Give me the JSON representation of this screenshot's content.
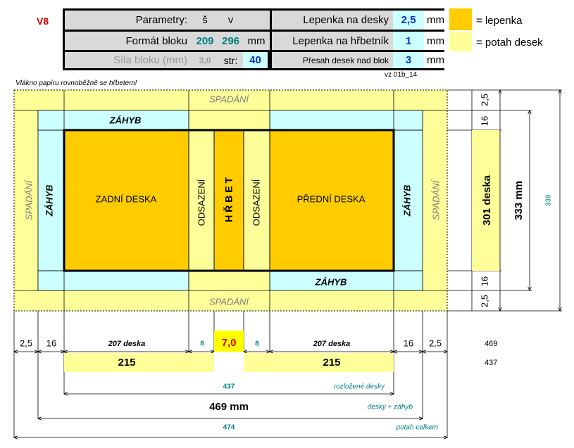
{
  "header": {
    "version": "V8",
    "parametry_label": "Parametry:",
    "col_s": "š",
    "col_v": "v",
    "format_label": "Formát bloku",
    "format_w": "209",
    "format_h": "296",
    "format_unit": "mm",
    "sila_label": "Síla bloku (mm)",
    "sila_value": "3,0",
    "str_label": "str:",
    "str_value": "40",
    "lep_desky_label": "Lepenka na desky",
    "lep_desky_value": "2,5",
    "lep_hrbet_label": "Lepenka na hřbetník",
    "lep_hrbet_value": "1",
    "presah_label": "Přesah desek nad blok",
    "presah_value": "3",
    "unit_mm": "mm",
    "legend_lepenka": "= lepenka",
    "legend_potah": "= potah desek",
    "code": "vz 01b_14",
    "colors": {
      "lepenka": "#FFCC00",
      "potah": "#FFFF99",
      "zahyb": "#CCFFFF",
      "header_gray": "#D9D9D9",
      "value_green": "#008080",
      "version_red": "#CC0000"
    }
  },
  "diagram": {
    "note": "Vlákno papíru rovnoběžně se hřbetem!",
    "spadani": "SPADÁNÍ",
    "zahyb": "ZÁHYB",
    "zadni_deska": "ZADNÍ DESKA",
    "predni_deska": "PŘEDNÍ DESKA",
    "odsazeni": "ODSAZENÍ",
    "hrbet": "H Ř B E T"
  },
  "right_dims": {
    "d25_top": "2,5",
    "d16_top": "16",
    "d301": "301 deska",
    "d333": "333 mm",
    "d338": "338",
    "d16_bot": "16",
    "d25_bot": "2,5"
  },
  "bottom_dims": {
    "d25_left": "2,5",
    "d16_left": "16",
    "d207_left": "207 deska",
    "d8_left": "8",
    "d70": "7,0",
    "d8_right": "8",
    "d207_right": "207 deska",
    "d16_right": "16",
    "d25_right": "2,5",
    "d215_left": "215",
    "d215_right": "215",
    "d437": "437",
    "d437_label": "rozložené desky",
    "d469": "469 mm",
    "d469_label": "desky + záhyb",
    "d474": "474",
    "d474_label": "potah celkem",
    "side_469": "469",
    "side_437": "437"
  }
}
